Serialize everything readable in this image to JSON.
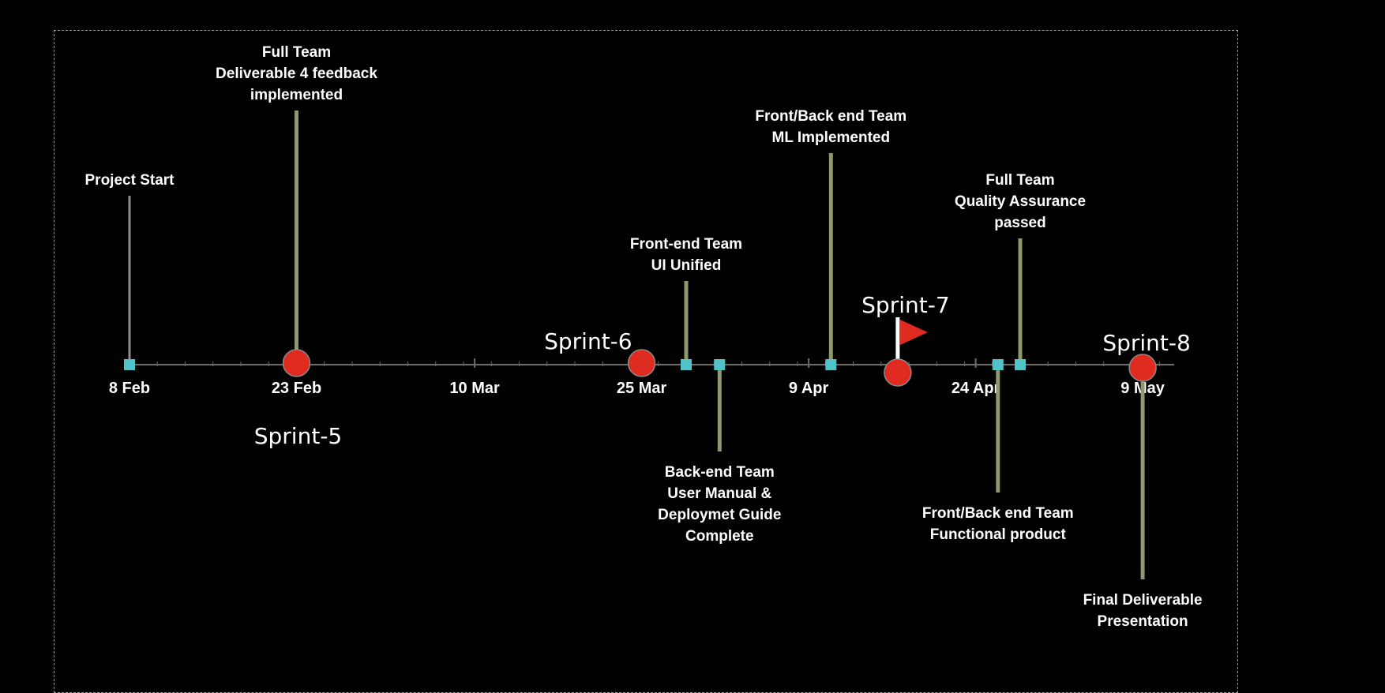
{
  "colors": {
    "background": "#000000",
    "axis": "#6d6d6d",
    "stem": "#8c9a6c",
    "start_stem": "#8e8e8e",
    "marker": "#4fc3c8",
    "sprint_circle": "#e02b20",
    "flag": "#e02b20",
    "text": "#ffffff"
  },
  "axis_ticks": [
    {
      "label": "8 Feb",
      "date": "2024-02-08"
    },
    {
      "label": "23 Feb",
      "date": "2024-02-23"
    },
    {
      "label": "10 Mar",
      "date": "2024-03-10"
    },
    {
      "label": "25 Mar",
      "date": "2024-03-25"
    },
    {
      "label": "9 Apr",
      "date": "2024-04-09"
    },
    {
      "label": "24 Apr",
      "date": "2024-04-24"
    },
    {
      "label": "9 May",
      "date": "2024-05-09"
    }
  ],
  "milestones": [
    {
      "id": "project-start",
      "date": "2024-02-08",
      "side": "above",
      "level": "short",
      "lines": [
        "Project Start"
      ]
    },
    {
      "id": "deliverable-4-feedback",
      "date": "2024-02-23",
      "side": "above",
      "level": "tall",
      "lines": [
        "Full Team",
        "Deliverable 4 feedback",
        "implemented"
      ]
    },
    {
      "id": "ui-unified",
      "date": "2024-03-29",
      "side": "above",
      "level": "low",
      "lines": [
        "Front-end Team",
        "UI Unified"
      ]
    },
    {
      "id": "user-manual",
      "date": "2024-04-01",
      "side": "below",
      "level": "short",
      "lines": [
        "Back-end Team",
        "User Manual &",
        "Deploymet Guide",
        "Complete"
      ]
    },
    {
      "id": "ml-implemented",
      "date": "2024-04-11",
      "side": "above",
      "level": "high",
      "lines": [
        "Front/Back end Team",
        "ML Implemented"
      ]
    },
    {
      "id": "functional-product",
      "date": "2024-04-26",
      "side": "below",
      "level": "mid",
      "lines": [
        "Front/Back end Team",
        "Functional product"
      ]
    },
    {
      "id": "quality-assurance",
      "date": "2024-04-28",
      "side": "above",
      "level": "mid",
      "lines": [
        "Full Team",
        "Quality Assurance",
        "passed"
      ]
    },
    {
      "id": "final-deliverable",
      "date": "2024-05-09",
      "side": "below",
      "level": "deep",
      "lines": [
        "Final Deliverable",
        "Presentation"
      ]
    }
  ],
  "sprints": [
    {
      "label": "Sprint-5",
      "date": "2024-02-23",
      "label_side": "below"
    },
    {
      "label": "Sprint-6",
      "date": "2024-03-25",
      "label_side": "left"
    },
    {
      "label": "Sprint-7",
      "date": "2024-04-17",
      "label_side": "above-flag"
    },
    {
      "label": "Sprint-8",
      "date": "2024-05-09",
      "label_side": "above"
    }
  ],
  "markers": [
    {
      "date": "2024-02-08"
    },
    {
      "date": "2024-03-29"
    },
    {
      "date": "2024-04-01"
    },
    {
      "date": "2024-04-11"
    },
    {
      "date": "2024-04-26"
    },
    {
      "date": "2024-04-28"
    }
  ],
  "today_flag": {
    "date": "2024-04-17"
  }
}
